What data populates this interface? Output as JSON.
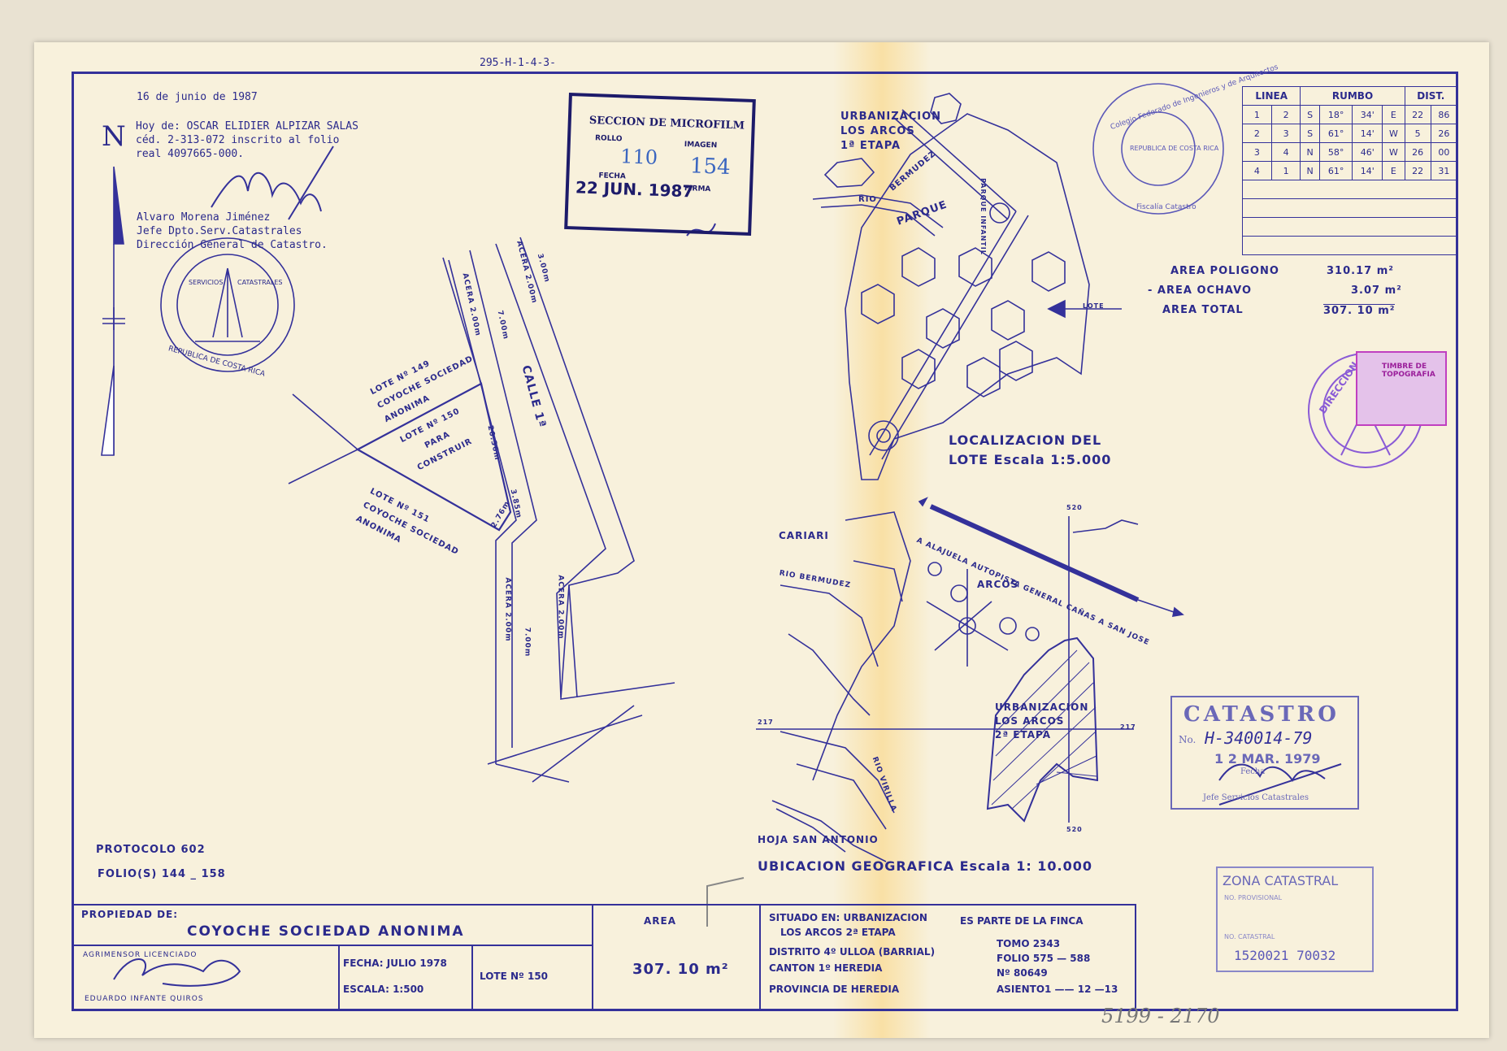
{
  "header": {
    "ref_code": "295-H-1-4-3-",
    "date": "16 de junio de 1987",
    "north_symbol": "N",
    "owner_line1": "Hoy de: OSCAR ELIDIER ALPIZAR SALAS",
    "owner_line2": "céd.  2-313-072  inscrito al folio",
    "owner_line3": "real  4097665-000.",
    "official_name": "Alvaro Morena Jiménez",
    "official_title1": "Jefe Dpto.Serv.Catastrales",
    "official_title2": "Dirección General de Catastro."
  },
  "microfilm": {
    "title": "SECCION DE MICROFILM",
    "rollo_label": "ROLLO",
    "rollo_value": "110",
    "imagen_label": "IMAGEN",
    "imagen_value": "154",
    "fecha_label": "FECHA",
    "fecha_value": "22 JUN. 1987",
    "firma_label": "FIRMA"
  },
  "bearing_table": {
    "headers": [
      "LINEA",
      "RUMBO",
      "DIST."
    ],
    "rows": [
      [
        "1",
        "2",
        "S",
        "18°",
        "34'",
        "E",
        "22",
        "86"
      ],
      [
        "2",
        "3",
        "S",
        "61°",
        "14'",
        "W",
        "5",
        "26"
      ],
      [
        "3",
        "4",
        "N",
        "58°",
        "46'",
        "W",
        "26",
        "00"
      ],
      [
        "4",
        "1",
        "N",
        "61°",
        "14'",
        "E",
        "22",
        "31"
      ]
    ]
  },
  "areas": {
    "poligono_label": "AREA  POLIGONO",
    "poligono_value": "310.17 m²",
    "ochavo_label": "- AREA  OCHAVO",
    "ochavo_value": "3.07 m²",
    "total_label": "AREA  TOTAL",
    "total_value": "307. 10 m²"
  },
  "survey": {
    "lote149": [
      "LOTE  Nº 149",
      "COYOCHE  SOCIEDAD",
      "ANONIMA"
    ],
    "lote150": [
      "LOTE  Nº 150",
      "PARA",
      "CONSTRUIR"
    ],
    "lote151": [
      "LOTE  Nº 151",
      "COYOCHE  SOCIEDAD",
      "ANONIMA"
    ],
    "street": "CALLE 1ª",
    "acera_left": "ACERA 2.00m",
    "acera_right": "ACERA 2.00m",
    "width_300": "3.00m",
    "width_700": "7.00m",
    "dist_2036": "20.36m",
    "dist_385": "3.85m",
    "dist_276": "2.76m",
    "acera_low1": "ACERA 2.00m",
    "acera_low2": "ACERA 2.00m",
    "width_700b": "7.00m"
  },
  "location_map": {
    "urbanizacion": "URBANIZACION",
    "los_arcos": "LOS  ARCOS",
    "etapa": "1ª  ETAPA",
    "rio": "RIO",
    "bermudez": "BERMUDEZ",
    "parque": "PARQUE",
    "parque_infantil": "PARQUE INFANTIL",
    "lote": "LOTE",
    "title1": "LOCALIZACION DEL",
    "title2": "LOTE Escala 1:5.000"
  },
  "geo_map": {
    "cariari": "CARIARI",
    "rio_bermudez": "RIO BERMUDEZ",
    "arcos": "ARCOS",
    "autopista": "A ALAJUELA  AUTOPISTA  GENERAL  CAÑAS     A SAN JOSE",
    "urbanizacion": "URBANIZACION",
    "los_arcos": "LOS  ARCOS",
    "etapa": "2ª  ETAPA",
    "rio_virilla": "RIO VIRILLA",
    "hoja": "HOJA  SAN  ANTONIO",
    "title": "UBICACION  GEOGRAFICA  Escala 1: 10.000",
    "grid_520a": "520",
    "grid_217a": "217",
    "grid_217b": "217",
    "grid_520b": "520"
  },
  "seals": {
    "servicios": "SERVICIOS",
    "catastrales": "CATASTRALES",
    "republica": "REPUBLICA DE COSTA RICA",
    "colegio": "Colegio Federado de Ingenieros y de Arquitectos",
    "rep_center": "REPUBLICA DE COSTA RICA",
    "fiscalia": "Fiscalía Catastro",
    "direccion": "DIRECCION",
    "timbre": "TIMBRE DE TOPOGRAFIA"
  },
  "catastro_stamp": {
    "title": "CATASTRO",
    "no_label": "No.",
    "no_value": "H-340014-79",
    "date": "1 2  MAR. 1979",
    "fecha_label": "Fecha",
    "jefe": "Jefe Servicios Catastrales"
  },
  "zona_stamp": {
    "title": "ZONA CATASTRAL",
    "prov_label": "NO. PROVISIONAL",
    "cat_label": "NO. CATASTRAL",
    "number": "1520021 70032"
  },
  "protocolo": {
    "line1": "PROTOCOLO 602",
    "line2": "FOLIO(S)  144 _ 158"
  },
  "titleblock": {
    "propiedad_label": "PROPIEDAD  DE:",
    "propiedad_value": "COYOCHE  SOCIEDAD  ANONIMA",
    "agrimensor_label": "AGRIMENSOR   LICENCIADO",
    "agrimensor_name": "EDUARDO  INFANTE  QUIROS",
    "fecha": "FECHA: JULIO  1978",
    "escala": "ESCALA: 1:500",
    "lote": "LOTE Nº  150",
    "area_label": "AREA",
    "area_value": "307. 10  m²",
    "situado1": "SITUADO EN: URBANIZACION",
    "situado2": "LOS  ARCOS  2ª ETAPA",
    "distrito": "DISTRITO  4º  ULLOA  (BARRIAL)",
    "canton": "CANTON    1º  HEREDIA",
    "provincia": "PROVINCIA  DE  HEREDIA",
    "finca_label": "ES PARTE DE LA FINCA",
    "tomo": "TOMO  2343",
    "folio": "FOLIO  575 — 588",
    "numero": "Nº     80649",
    "asiento": "ASIENTO1 ——  12 —13"
  },
  "handwritten_bottom": "5199 - 2170",
  "colors": {
    "ink": "#2b2a8c",
    "paper": "#f8f1dc",
    "purple": "#8a5bd6",
    "magenta": "#c040c0"
  }
}
